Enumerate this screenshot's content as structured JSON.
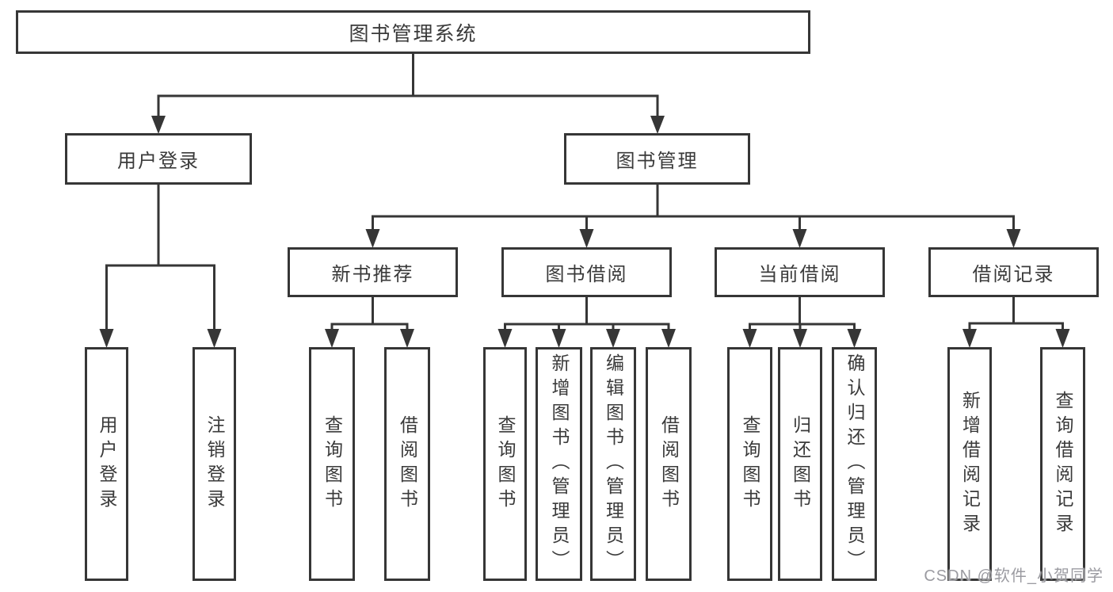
{
  "tree": {
    "label": "图书管理系统",
    "children": [
      {
        "label": "用户登录",
        "children": [
          {
            "label": "用户登录"
          },
          {
            "label": "注销登录"
          }
        ]
      },
      {
        "label": "图书管理",
        "children": [
          {
            "label": "新书推荐",
            "children": [
              {
                "label": "查询图书"
              },
              {
                "label": "借阅图书"
              }
            ]
          },
          {
            "label": "图书借阅",
            "children": [
              {
                "label": "查询图书"
              },
              {
                "label": "新增图书（管理员）"
              },
              {
                "label": "编辑图书（管理员）"
              },
              {
                "label": "借阅图书"
              }
            ]
          },
          {
            "label": "当前借阅",
            "children": [
              {
                "label": "查询图书"
              },
              {
                "label": "归还图书"
              },
              {
                "label": "确认归还（管理员）"
              }
            ]
          },
          {
            "label": "借阅记录",
            "children": [
              {
                "label": "新增借阅记录"
              },
              {
                "label": "查询借阅记录"
              }
            ]
          }
        ]
      }
    ]
  },
  "watermark": "CSDN @软件_小贺同学",
  "colors": {
    "line": "#363636",
    "box_border": "#363636",
    "text": "#3a3a3a",
    "watermark": "#9b9ba1",
    "background": "#ffffff"
  }
}
